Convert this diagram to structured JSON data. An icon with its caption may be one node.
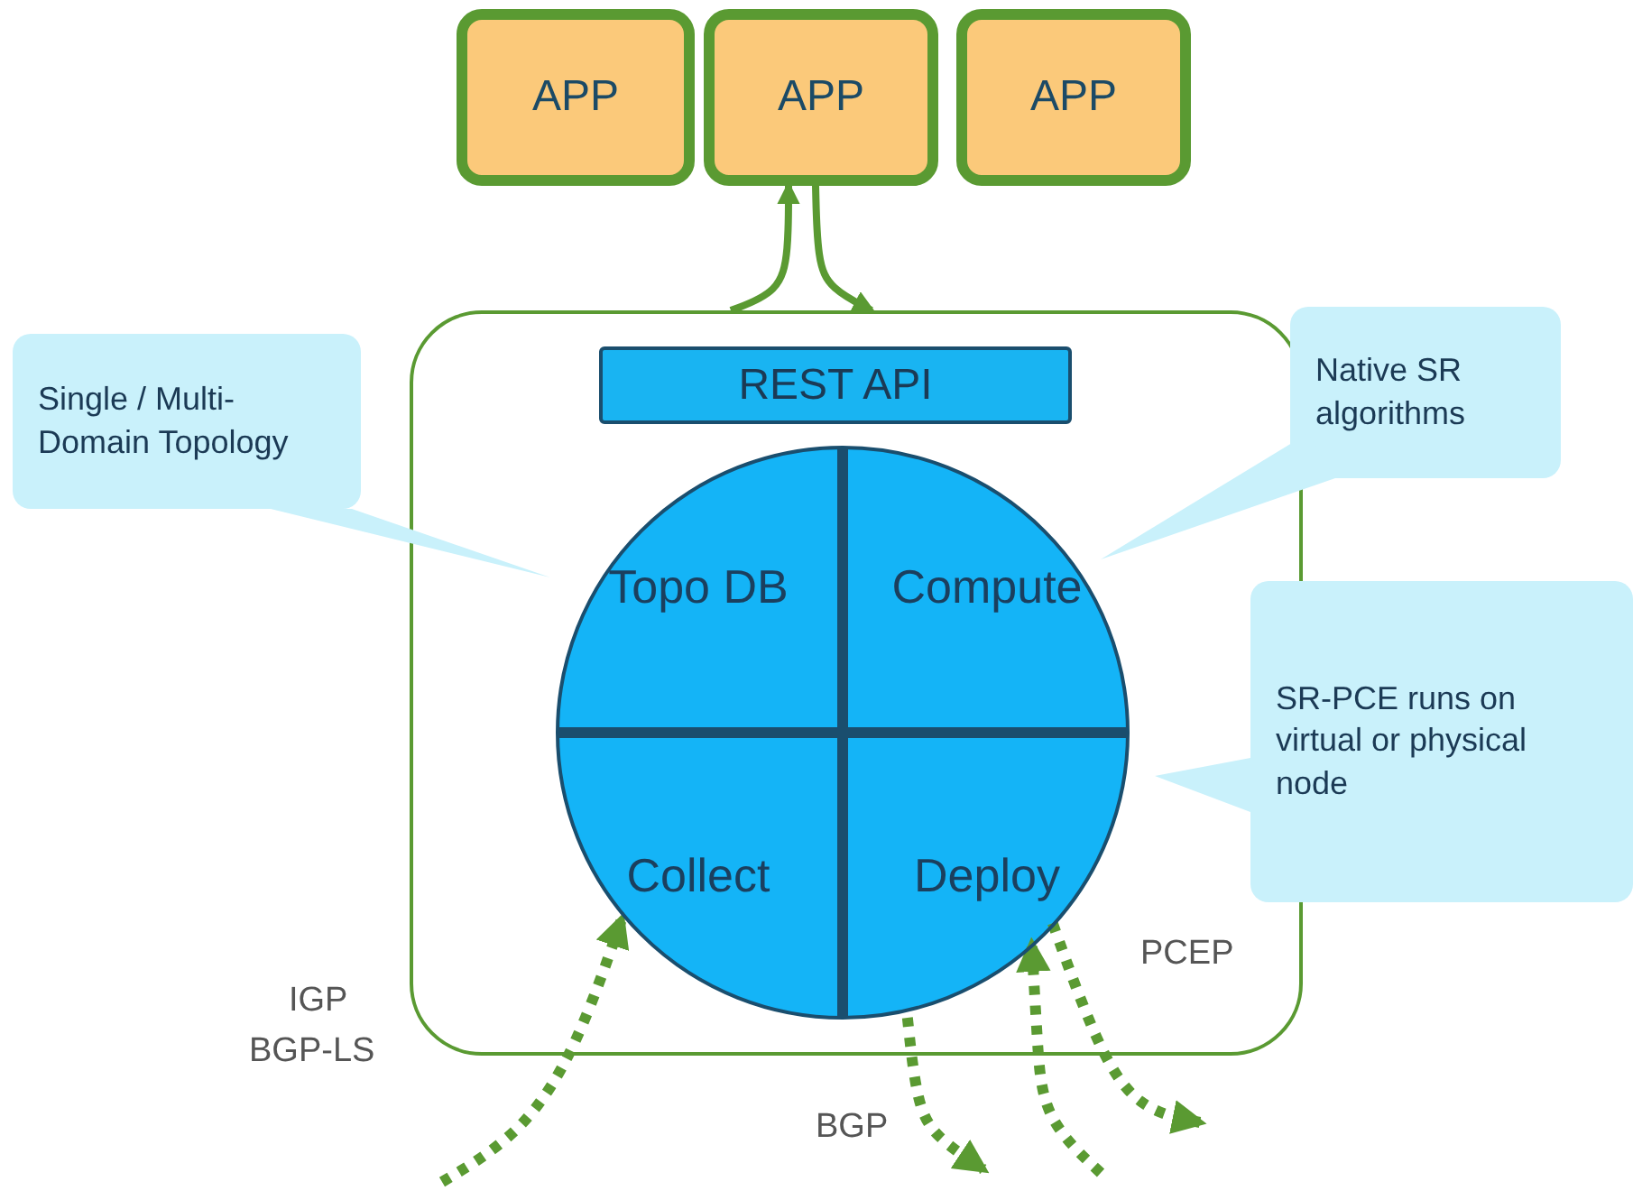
{
  "diagram": {
    "nodes": [
      {
        "text": [
          "APP"
        ]
      },
      {
        "text": [
          "APP"
        ]
      },
      {
        "text": [
          "APP"
        ]
      },
      {
        "text": [],
        "shape": "box"
      },
      {
        "text": [
          "REST API"
        ],
        "in": 3
      },
      {
        "text": [],
        "shape": "circle",
        "in": 3
      },
      {
        "text": [
          "Topo DB"
        ],
        "in": 5
      },
      {
        "text": [
          "Compute"
        ],
        "in": 5
      },
      {
        "text": [
          "Collect"
        ],
        "in": 5
      },
      {
        "text": [
          "Deploy"
        ],
        "in": 5
      },
      {
        "text": [
          "Single / Multi-Domain Topology"
        ]
      },
      {
        "text": [
          "Native SR algorithms"
        ]
      },
      {
        "text": [
          "SR-PCE runs on virtual or physical node"
        ]
      }
    ],
    "edges": [
      {
        "from": 3,
        "to": 1,
        "arrow": "to"
      },
      {
        "from": 1,
        "to": 3,
        "arrow": "to"
      },
      {
        "from": null,
        "to": 8,
        "arrow": "to",
        "style": "dashed"
      },
      {
        "from": 9,
        "to": null,
        "arrow": "to",
        "style": "dashed"
      },
      {
        "from": null,
        "to": 9,
        "arrow": "to",
        "style": "dashed"
      },
      {
        "from": 9,
        "to": null,
        "arrow": "to",
        "style": "dashed"
      }
    ],
    "labels": [
      "IGP",
      "BGP-LS",
      "BGP",
      "PCEP"
    ]
  }
}
